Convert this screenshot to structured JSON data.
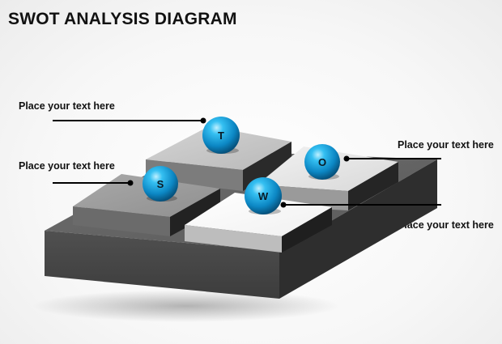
{
  "title": "SWOT ANALYSIS DIAGRAM",
  "quadrants": [
    {
      "letter": "S",
      "label": "Place your text here"
    },
    {
      "letter": "W",
      "label": "Place your text here"
    },
    {
      "letter": "O",
      "label": "Place your text here"
    },
    {
      "letter": "T",
      "label": "Place your text here"
    }
  ],
  "colors": {
    "sphere": "#1aa3e0",
    "base": "#555555",
    "leader_line": "#000000"
  }
}
